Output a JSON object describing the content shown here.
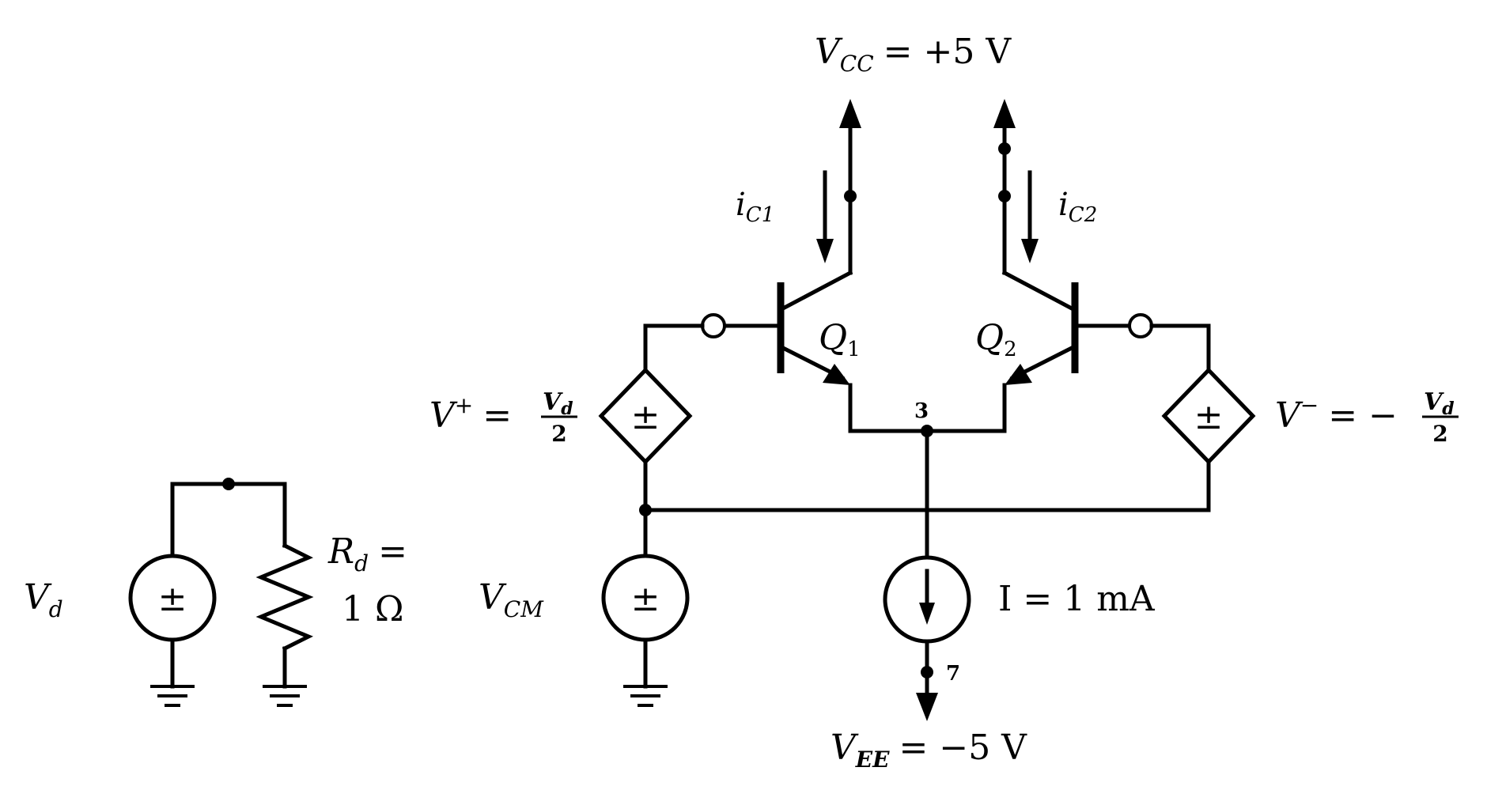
{
  "labels": {
    "vcc": {
      "sym": "V",
      "sub": "CC",
      "rhs": "= +5 V"
    },
    "vee": {
      "sym": "V",
      "sub": "EE",
      "rhs": "= −5 V"
    },
    "ic1": {
      "sym": "i",
      "sub": "C1"
    },
    "ic2": {
      "sym": "i",
      "sub": "C2"
    },
    "q1": {
      "sym": "Q",
      "sub": "1"
    },
    "q2": {
      "sym": "Q",
      "sub": "2"
    },
    "vplus": {
      "sym": "V",
      "sup": "+",
      "eq": "=",
      "num": "V",
      "num_sub": "d",
      "den": "2"
    },
    "vminus": {
      "sym": "V",
      "sup": "−",
      "eq": "= −",
      "num": "V",
      "num_sub": "d",
      "den": "2"
    },
    "vd": {
      "sym": "V",
      "sub": "d"
    },
    "rd": {
      "sym": "R",
      "sub": "d",
      "eq": "=",
      "value": "1 Ω"
    },
    "vcm": {
      "sym": "V",
      "sub": "CM"
    },
    "current": {
      "text": "I = 1 mA"
    },
    "node3": "3",
    "node7": "7",
    "pm": "±"
  }
}
